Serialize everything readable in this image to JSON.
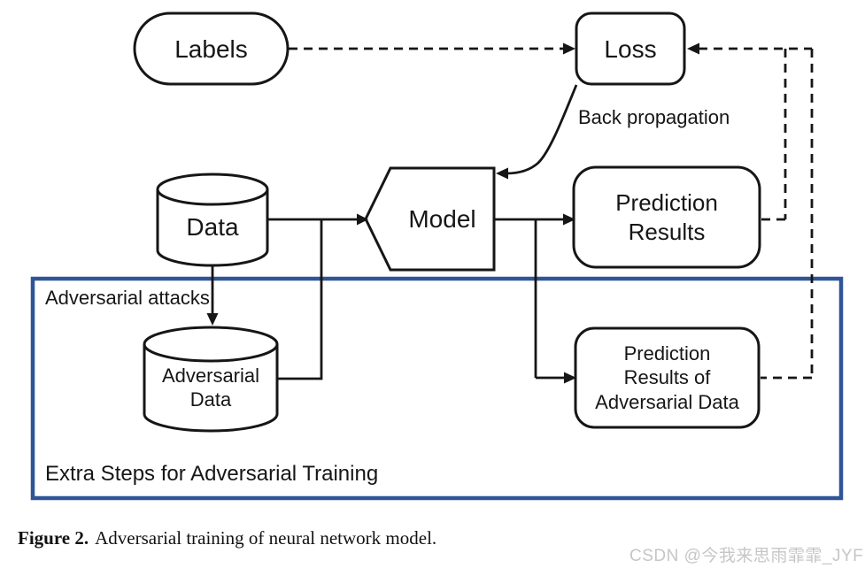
{
  "diagram": {
    "nodes": {
      "labels": "Labels",
      "loss": "Loss",
      "data": "Data",
      "model": "Model",
      "prediction_results": "Prediction Results",
      "adversarial_data": "Adversarial Data",
      "prediction_results_adv": "Prediction Results of Adversarial Data"
    },
    "annotations": {
      "back_propagation": "Back propagation",
      "adversarial_attacks": "Adversarial attacks",
      "extra_steps": "Extra Steps for Adversarial Training"
    },
    "colors": {
      "stroke": "#161616",
      "highlight_border": "#2F5597",
      "shape_fill": "#ffffff"
    }
  },
  "caption": {
    "label": "Figure 2.",
    "text": "Adversarial training of neural network model."
  },
  "watermark": "CSDN @今我来思雨霏霏_JYF"
}
